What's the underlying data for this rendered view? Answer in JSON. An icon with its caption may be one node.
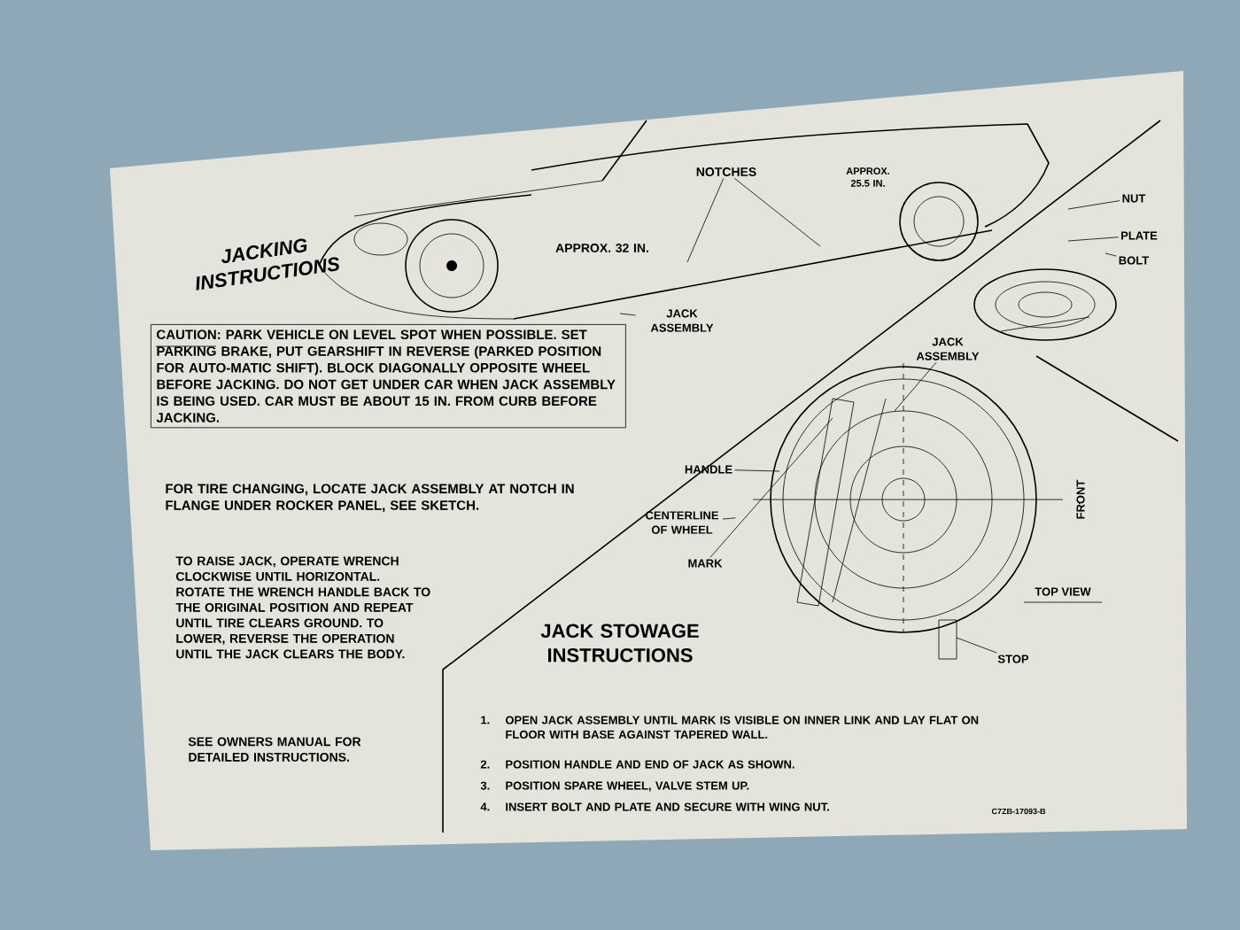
{
  "diagram": {
    "title": "JACKING INSTRUCTIONS",
    "nodes": [
      {
        "text": [
          "NOTCHES"
        ]
      },
      {
        "text": [
          "JACK ASSEMBLY"
        ]
      },
      {
        "text": [
          "NUT"
        ]
      },
      {
        "text": [
          "PLATE"
        ]
      },
      {
        "text": [
          "BOLT"
        ]
      },
      {
        "text": [
          "JACK ASSEMBLY"
        ]
      },
      {
        "text": [
          "HANDLE"
        ]
      },
      {
        "text": [
          "CENTERLINE OF WHEEL"
        ]
      },
      {
        "text": [
          "MARK"
        ]
      },
      {
        "text": [
          "STOP"
        ]
      },
      {
        "text": [
          "CAUTION: PARK VEHICLE ON LEVEL SPOT WHEN POSSIBLE. SET PARKING BRAKE, PUT GEARSHIFT IN REVERSE (PARKED POSITION FOR AUTO-MATIC SHIFT). BLOCK DIAGONALLY OPPOSITE WHEEL BEFORE JACKING. DO NOT GET UNDER CAR WHEN JACK ASSEMBLY IS BEING USED. CAR MUST BE ABOUT 15 IN. FROM CURB BEFORE JACKING."
        ]
      }
    ],
    "edges": [
      {
        "from": 0,
        "to": null,
        "arrow": "none"
      },
      {
        "from": 0,
        "to": null,
        "arrow": "none"
      },
      {
        "from": 1,
        "to": null,
        "arrow": "none"
      },
      {
        "from": 2,
        "to": null,
        "arrow": "none"
      },
      {
        "from": 3,
        "to": null,
        "arrow": "none"
      },
      {
        "from": 4,
        "to": null,
        "arrow": "none"
      },
      {
        "from": 5,
        "to": null,
        "arrow": "none"
      },
      {
        "from": 6,
        "to": null,
        "arrow": "none"
      },
      {
        "from": 7,
        "to": null,
        "arrow": "none"
      },
      {
        "from": 8,
        "to": null,
        "arrow": "none"
      },
      {
        "from": 9,
        "to": null,
        "arrow": "none"
      }
    ],
    "labels": [
      "APPROX. 32 IN.",
      "APPROX. 25.5 IN.",
      "FOR TIRE CHANGING, LOCATE JACK ASSEMBLY AT NOTCH IN FLANGE UNDER ROCKER PANEL, SEE SKETCH.",
      "TO RAISE JACK, OPERATE WRENCH CLOCKWISE UNTIL HORIZONTAL. ROTATE THE WRENCH HANDLE BACK TO THE ORIGINAL POSITION AND REPEAT UNTIL TIRE CLEARS GROUND. TO LOWER, REVERSE THE OPERATION UNTIL THE JACK CLEARS THE BODY.",
      "SEE OWNERS MANUAL FOR DETAILED INSTRUCTIONS.",
      "FRONT",
      "TOP VIEW",
      "JACK STOWAGE INSTRUCTIONS",
      "1.",
      "OPEN JACK ASSEMBLY UNTIL MARK IS VISIBLE ON INNER LINK AND LAY FLAT ON FLOOR WITH BASE AGAINST TAPERED WALL.",
      "2.",
      "POSITION HANDLE AND END OF JACK AS SHOWN.",
      "3.",
      "POSITION SPARE WHEEL, VALVE STEM UP.",
      "4.",
      "INSERT BOLT AND PLATE AND SECURE WITH WING NUT.",
      "C7ZB-17093-B"
    ]
  }
}
